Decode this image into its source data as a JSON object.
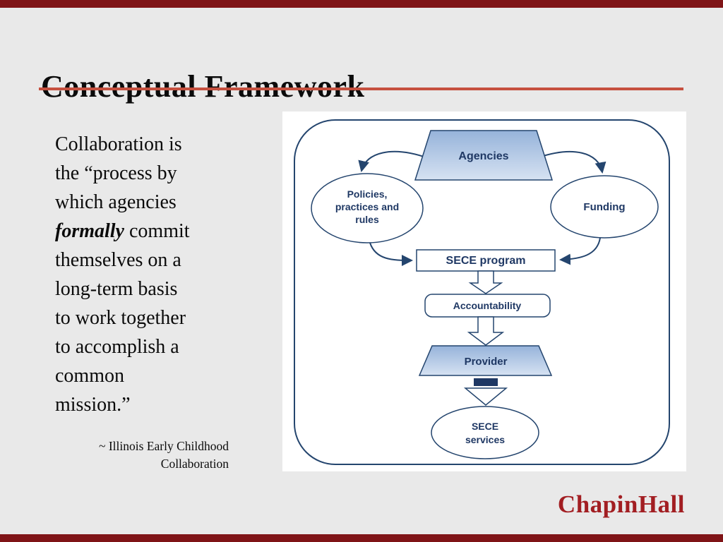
{
  "slide": {
    "title": "Conceptual Framework",
    "logo": "ChapinHall"
  },
  "quote": {
    "l1": "Collaboration is",
    "l2": "the “process by",
    "l3": "which agencies",
    "l4_em": "formally",
    "l4_rest": " commit",
    "l5": "themselves on a",
    "l6": "long-term basis",
    "l7": "to work together",
    "l8": "to accomplish a",
    "l9": "common",
    "l10": "mission.”"
  },
  "attribution": {
    "line1": "~ Illinois Early Childhood",
    "line2": "Collaboration"
  },
  "diagram": {
    "agencies": "Agencies",
    "policies_l1": "Policies,",
    "policies_l2": "practices and",
    "policies_l3": "rules",
    "funding": "Funding",
    "sece_program": "SECE program",
    "accountability": "Accountability",
    "provider": "Provider",
    "sece_services_l1": "SECE",
    "sece_services_l2": "services"
  },
  "colors": {
    "edge_bars": "#7f1417",
    "title_rule": "#c6503f",
    "logo_red": "#a21e22",
    "diagram_blue": "#24456e",
    "diagram_text_blue": "#1f3864",
    "node_fill_top": "#96b3da",
    "node_fill_bottom": "#d6e2f2",
    "background": "#e9e9e9"
  }
}
